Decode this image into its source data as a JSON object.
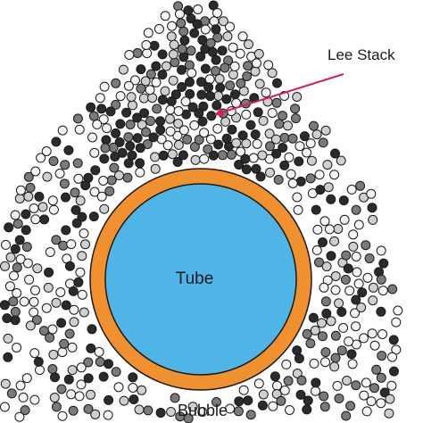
{
  "diagram": {
    "labels": {
      "tube": "Tube",
      "bubble": "Bubble",
      "lee_stack": "Lee Stack"
    },
    "colors": {
      "background": "#ffffff",
      "tube_fill": "#4fb4e6",
      "tube_wall": "#f0902e",
      "outline": "#1a1a1a",
      "arrow": "#d81b60",
      "particle_dark": "#2b2b2b",
      "particle_grey": "#7a7a7a",
      "particle_light": "#cfcfcf",
      "particle_white": "#f4f4f4"
    },
    "icons": {
      "arrow": "arrow-icon",
      "particle": "particle-dot"
    }
  }
}
